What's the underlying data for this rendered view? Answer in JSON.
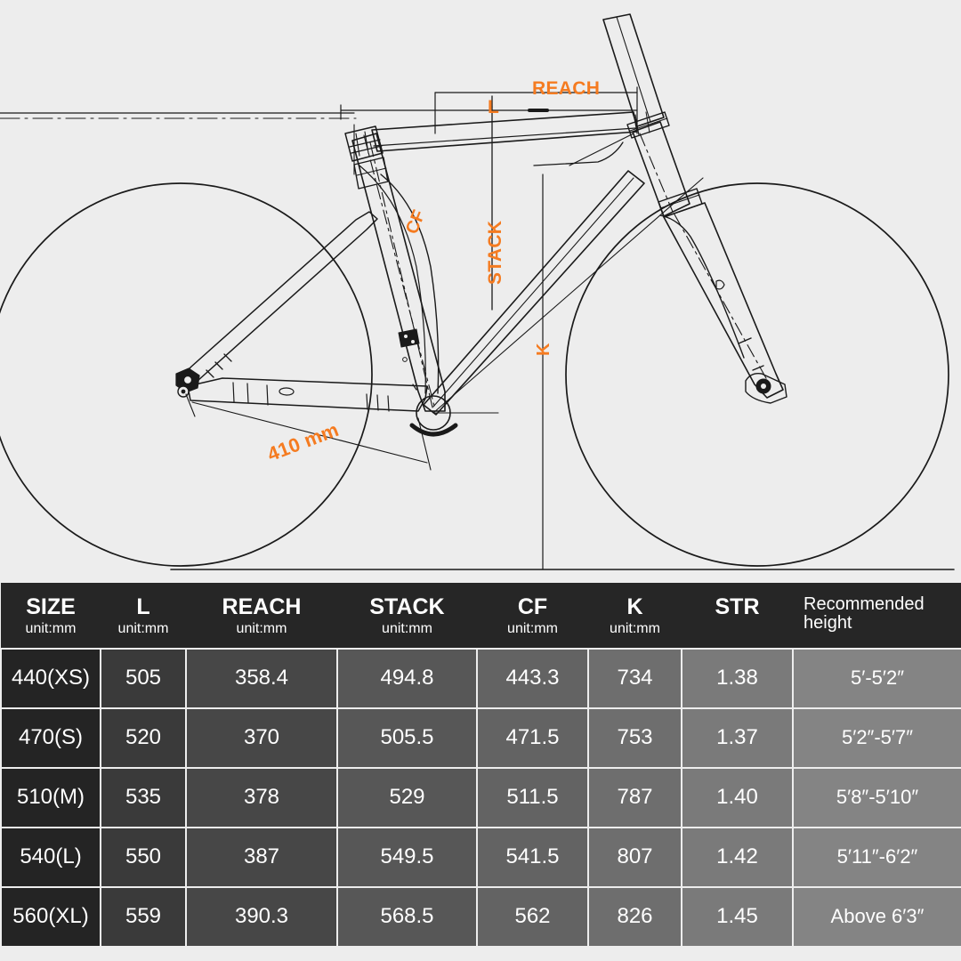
{
  "diagram": {
    "accent_color": "#f57b20",
    "line_color": "#1a1a1a",
    "background_color": "#ededed",
    "labels": {
      "reach": "REACH",
      "l": "L",
      "stack": "STACK",
      "cf": "CF",
      "k": "K",
      "chainstay": "410 mm"
    }
  },
  "table": {
    "columns": [
      {
        "name": "SIZE",
        "unit": "unit:mm"
      },
      {
        "name": "L",
        "unit": "unit:mm"
      },
      {
        "name": "REACH",
        "unit": "unit:mm"
      },
      {
        "name": "STACK",
        "unit": "unit:mm"
      },
      {
        "name": "CF",
        "unit": "unit:mm"
      },
      {
        "name": "K",
        "unit": "unit:mm"
      },
      {
        "name": "STR",
        "unit": ""
      },
      {
        "name": "Recommended height",
        "unit": ""
      }
    ],
    "rows": [
      {
        "size": "440(XS)",
        "l": "505",
        "reach": "358.4",
        "stack": "494.8",
        "cf": "443.3",
        "k": "734",
        "str": "1.38",
        "height": "5′-5′2″"
      },
      {
        "size": "470(S)",
        "l": "520",
        "reach": "370",
        "stack": "505.5",
        "cf": "471.5",
        "k": "753",
        "str": "1.37",
        "height": "5′2″-5′7″"
      },
      {
        "size": "510(M)",
        "l": "535",
        "reach": "378",
        "stack": "529",
        "cf": "511.5",
        "k": "787",
        "str": "1.40",
        "height": "5′8″-5′10″"
      },
      {
        "size": "540(L)",
        "l": "550",
        "reach": "387",
        "stack": "549.5",
        "cf": "541.5",
        "k": "807",
        "str": "1.42",
        "height": "5′11″-6′2″"
      },
      {
        "size": "560(XL)",
        "l": "559",
        "reach": "390.3",
        "stack": "568.5",
        "cf": "562",
        "k": "826",
        "str": "1.45",
        "height": "Above 6′3″"
      }
    ]
  }
}
